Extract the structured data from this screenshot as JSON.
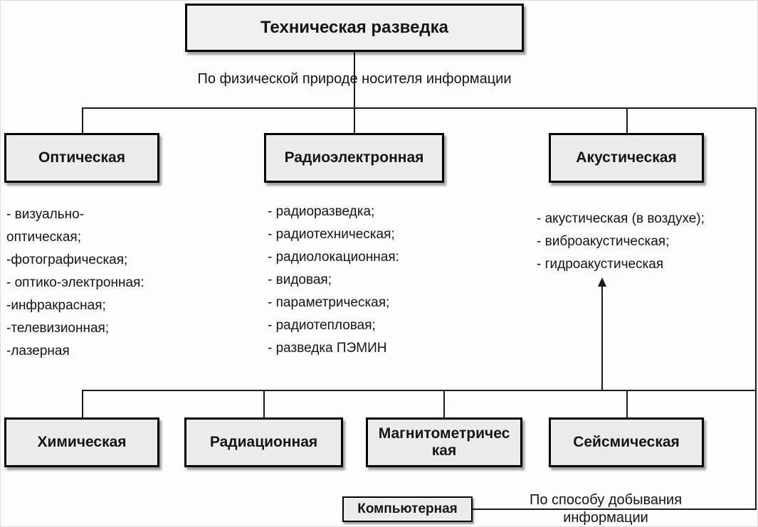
{
  "diagram": {
    "title": "Техническая разведка",
    "classification_top": "По физической природе носителя информации",
    "classification_bottom": "По способу добывания информации",
    "physical_branches": [
      {
        "label": "Оптическая",
        "items": [
          "- визуально-оптическая;",
          "-фотографическая;",
          "- оптико-электронная:",
          "-инфракрасная;",
          "-телевизионная;",
          "-лазерная"
        ]
      },
      {
        "label": "Радиоэлектронная",
        "items": [
          "- радиоразведка;",
          "- радиотехническая;",
          "- радиолокационная:",
          "- видовая;",
          "- параметрическая;",
          "- радиотепловая;",
          "- разведка ПЭМИН"
        ]
      },
      {
        "label": "Акустическая",
        "items": [
          "- акустическая (в воздухе);",
          "- виброакустическая;",
          "- гидроакустическая"
        ]
      }
    ],
    "method_branches": [
      {
        "label": "Химическая"
      },
      {
        "label": "Радиационная"
      },
      {
        "label": "Магнитометричес кая"
      },
      {
        "label": "Сейсмическая"
      }
    ],
    "computer_branch": "Компьютерная"
  }
}
